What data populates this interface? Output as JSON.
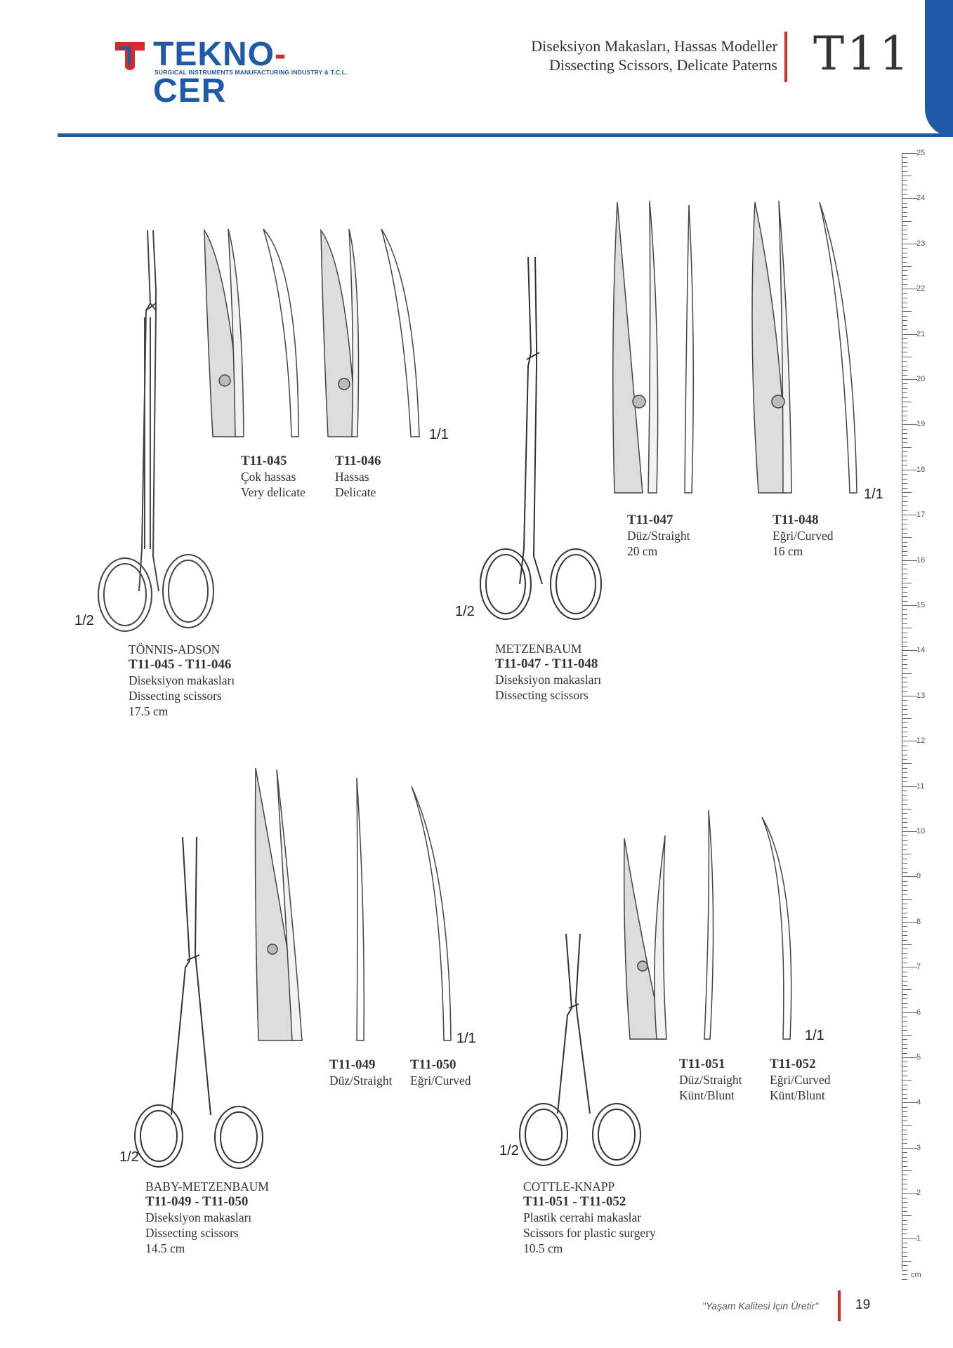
{
  "brand": {
    "name": "TEKNO-CER",
    "tagline": "SURGICAL INSTRUMENTS MANUFACTURING INDUSTRY & T.C.L."
  },
  "header": {
    "title_tr": "Diseksiyon Makasları, Hassas Modeller",
    "title_en": "Dissecting Scissors, Delicate Paterns",
    "section_code": "T11"
  },
  "products": {
    "tonnis": {
      "name": "TÖNNIS-ADSON",
      "codes": "T11-045 - T11-046",
      "desc_tr": "Diseksiyon  makasları",
      "desc_en": "Dissecting scissors",
      "size": "17.5 cm",
      "scale": "1/2",
      "detail_scale": "1/1",
      "variants": [
        {
          "code": "T11-045",
          "line1": "Çok hassas",
          "line2": "Very delicate"
        },
        {
          "code": "T11-046",
          "line1": "Hassas",
          "line2": "Delicate"
        }
      ]
    },
    "metzenbaum": {
      "name": "METZENBAUM",
      "codes": "T11-047 - T11-048",
      "desc_tr": "Diseksiyon  makasları",
      "desc_en": "Dissecting scissors",
      "scale": "1/2",
      "detail_scale": "1/1",
      "variants": [
        {
          "code": "T11-047",
          "line1": "Düz/Straight",
          "line2": "20 cm"
        },
        {
          "code": "T11-048",
          "line1": "Eğri/Curved",
          "line2": "16 cm"
        }
      ]
    },
    "baby": {
      "name": "BABY-METZENBAUM",
      "codes": "T11-049 - T11-050",
      "desc_tr": "Diseksiyon  makasları",
      "desc_en": "Dissecting scissors",
      "size": "14.5 cm",
      "scale": "1/2",
      "detail_scale": "1/1",
      "variants": [
        {
          "code": "T11-049",
          "line1": "Düz/Straight"
        },
        {
          "code": "T11-050",
          "line1": "Eğri/Curved"
        }
      ]
    },
    "cottle": {
      "name": "COTTLE-KNAPP",
      "codes": "T11-051 - T11-052",
      "desc_tr": "Plastik cerrahi makaslar",
      "desc_en": "Scissors for plastic surgery",
      "size": "10.5 cm",
      "scale": "1/2",
      "detail_scale": "1/1",
      "variants": [
        {
          "code": "T11-051",
          "line1": "Düz/Straight",
          "line2": "Künt/Blunt"
        },
        {
          "code": "T11-052",
          "line1": "Eğri/Curved",
          "line2": "Künt/Blunt"
        }
      ]
    }
  },
  "ruler": {
    "unit": "cm",
    "labels": [
      "25",
      "24",
      "23",
      "22",
      "21",
      "20",
      "19",
      "18",
      "17",
      "16",
      "15",
      "14",
      "13",
      "12",
      "11",
      "10",
      "9",
      "8",
      "7",
      "6",
      "5",
      "4",
      "3",
      "2",
      "1"
    ]
  },
  "footer": {
    "slogan": "\"Yaşam Kalitesi İçin Üretir\"",
    "page": "19"
  },
  "colors": {
    "brand_blue": "#1e5aa8",
    "accent_red": "#d42a2a"
  }
}
